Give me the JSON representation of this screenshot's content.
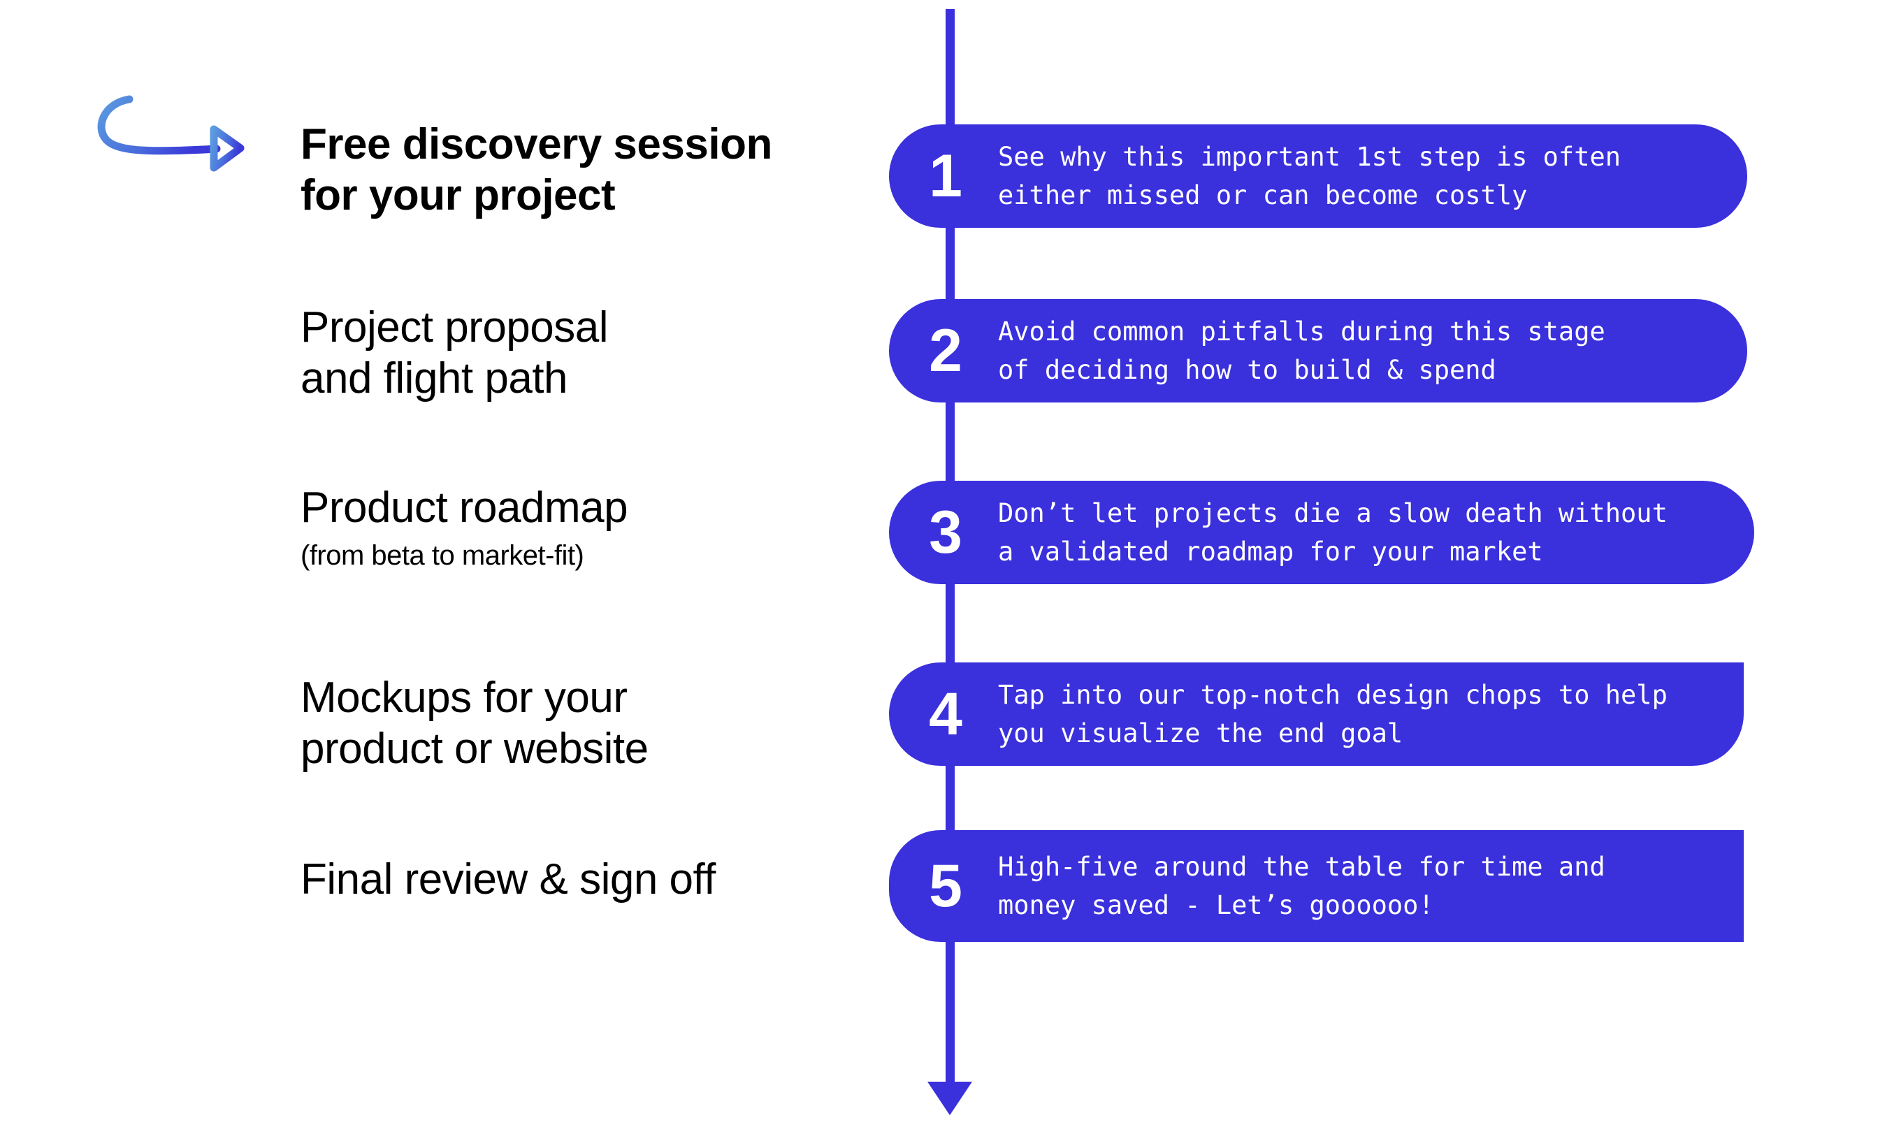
{
  "theme": {
    "background": "#ffffff",
    "accent_blue": "#3a30dc",
    "arrow_gradient_start": "#5b9be0",
    "arrow_gradient_end": "#3b3ad8",
    "label_text": "#000000",
    "card_text": "#ffffff"
  },
  "annotation": {
    "arrow_icon": "curved-arrow-icon"
  },
  "steps": [
    {
      "number": "1",
      "label_title": "Free discovery session\nfor your project",
      "label_subtitle": "",
      "emphasis": "bold",
      "card_text": "See why this important 1st step is often\neither missed or can become costly",
      "shape": "pill"
    },
    {
      "number": "2",
      "label_title": "Project proposal\nand flight path",
      "label_subtitle": "",
      "emphasis": "regular",
      "card_text": "Avoid common pitfalls during this stage\nof deciding how to build & spend",
      "shape": "pill"
    },
    {
      "number": "3",
      "label_title": "Product roadmap",
      "label_subtitle": "(from beta to market-fit)",
      "emphasis": "regular",
      "card_text": "Don’t let projects die a slow death without\na validated roadmap for your market",
      "shape": "pill"
    },
    {
      "number": "4",
      "label_title": "Mockups for your\nproduct or website",
      "label_subtitle": "",
      "emphasis": "regular",
      "card_text": "Tap into our top-notch design chops to help\nyou visualize the end goal",
      "shape": "pill-square-top-right"
    },
    {
      "number": "5",
      "label_title": "Final review & sign off",
      "label_subtitle": "",
      "emphasis": "regular",
      "card_text": "High-five around the table for time and\nmoney saved - Let’s goooooo!",
      "shape": "rounded-left-only"
    }
  ],
  "spine": {
    "icon": "down-arrow-icon",
    "orientation": "vertical"
  }
}
